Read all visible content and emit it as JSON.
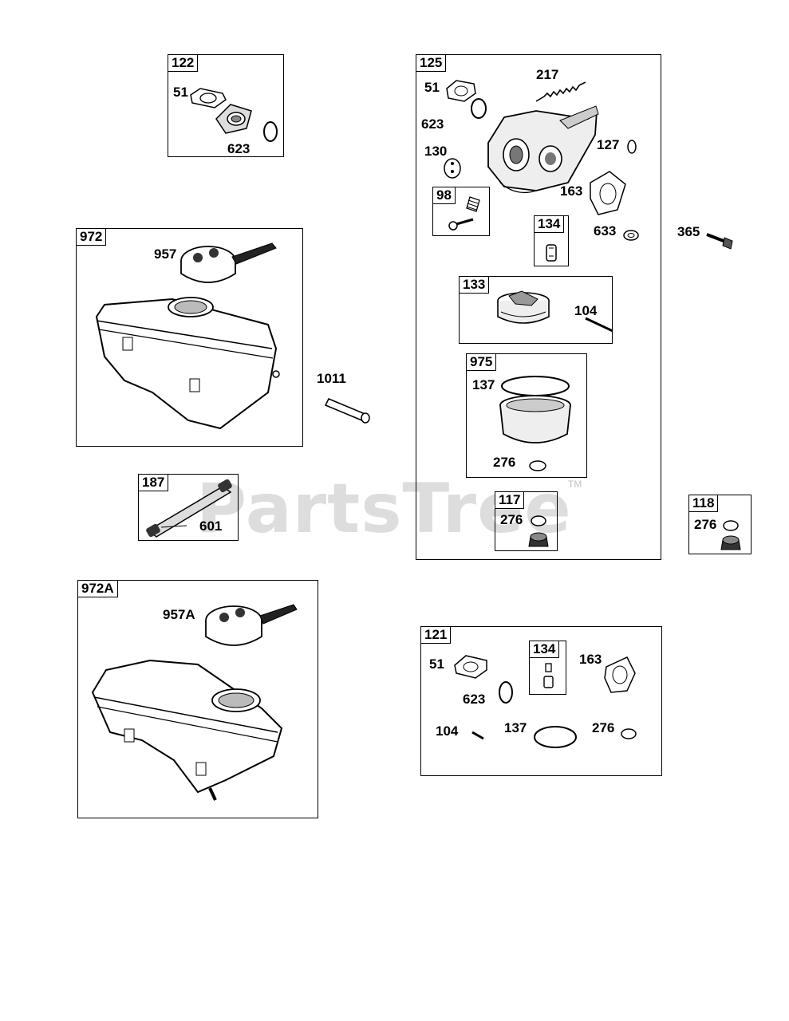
{
  "watermark": {
    "text": "PartsTree",
    "tm": "TM"
  },
  "groups": {
    "g122": {
      "tag": "122",
      "labels": [
        "51",
        "623"
      ]
    },
    "g972": {
      "tag": "972",
      "labels": [
        "957"
      ]
    },
    "g187": {
      "tag": "187",
      "labels": [
        "601"
      ]
    },
    "g972a": {
      "tag": "972A",
      "labels": [
        "957A"
      ]
    },
    "g125": {
      "tag": "125",
      "labels": [
        "217",
        "51",
        "623",
        "127",
        "130",
        "163",
        "633",
        "104",
        "137",
        "276"
      ]
    },
    "g98": {
      "tag": "98"
    },
    "g134a": {
      "tag": "134"
    },
    "g133": {
      "tag": "133"
    },
    "g975": {
      "tag": "975"
    },
    "g117": {
      "tag": "117",
      "labels": [
        "276"
      ]
    },
    "g118": {
      "tag": "118",
      "labels": [
        "276"
      ]
    },
    "g121": {
      "tag": "121",
      "labels": [
        "51",
        "163",
        "623",
        "104",
        "137",
        "276"
      ]
    },
    "g134b": {
      "tag": "134"
    }
  },
  "standalone": {
    "l1011": "1011",
    "l365": "365"
  }
}
